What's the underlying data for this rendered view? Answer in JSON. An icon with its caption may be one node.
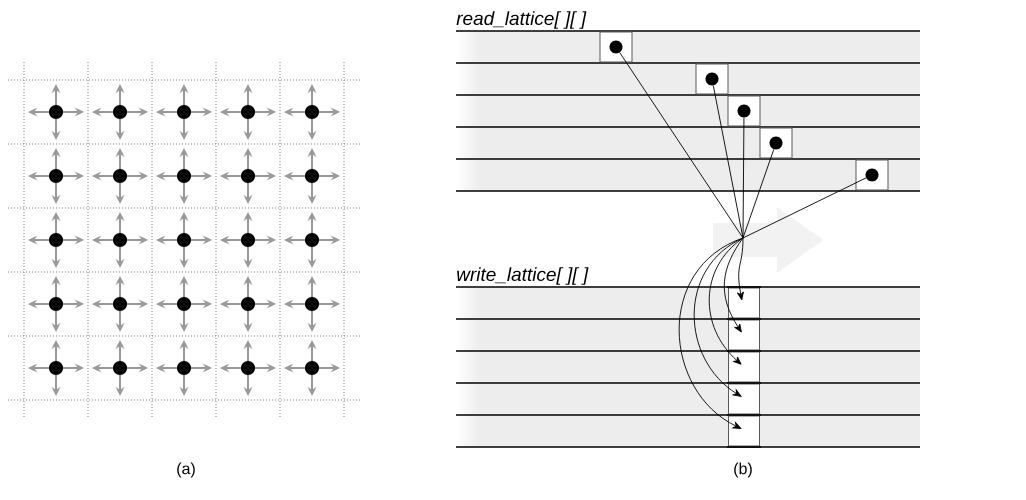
{
  "diagram": {
    "nodes": [
      {
        "text": [],
        "shape": "circle"
      },
      {
        "text": [],
        "shape": "circle"
      },
      {
        "text": [],
        "shape": "circle"
      },
      {
        "text": [],
        "shape": "circle"
      },
      {
        "text": [],
        "shape": "circle"
      },
      {
        "text": [],
        "shape": "box"
      },
      {
        "text": [],
        "shape": "box"
      },
      {
        "text": [],
        "shape": "box"
      },
      {
        "text": [],
        "shape": "box"
      },
      {
        "text": [],
        "shape": "box"
      }
    ],
    "edges": [
      {
        "from": 0,
        "to": 5,
        "arrow": "to"
      },
      {
        "from": 1,
        "to": 6,
        "arrow": "to"
      },
      {
        "from": 2,
        "to": 7,
        "arrow": "to"
      },
      {
        "from": 3,
        "to": 8,
        "arrow": "to"
      },
      {
        "from": 4,
        "to": 9,
        "arrow": "to"
      }
    ],
    "labels": [
      "read_lattice[ ][ ]",
      "write_lattice[ ][ ]",
      "(a)",
      "(b)"
    ]
  }
}
